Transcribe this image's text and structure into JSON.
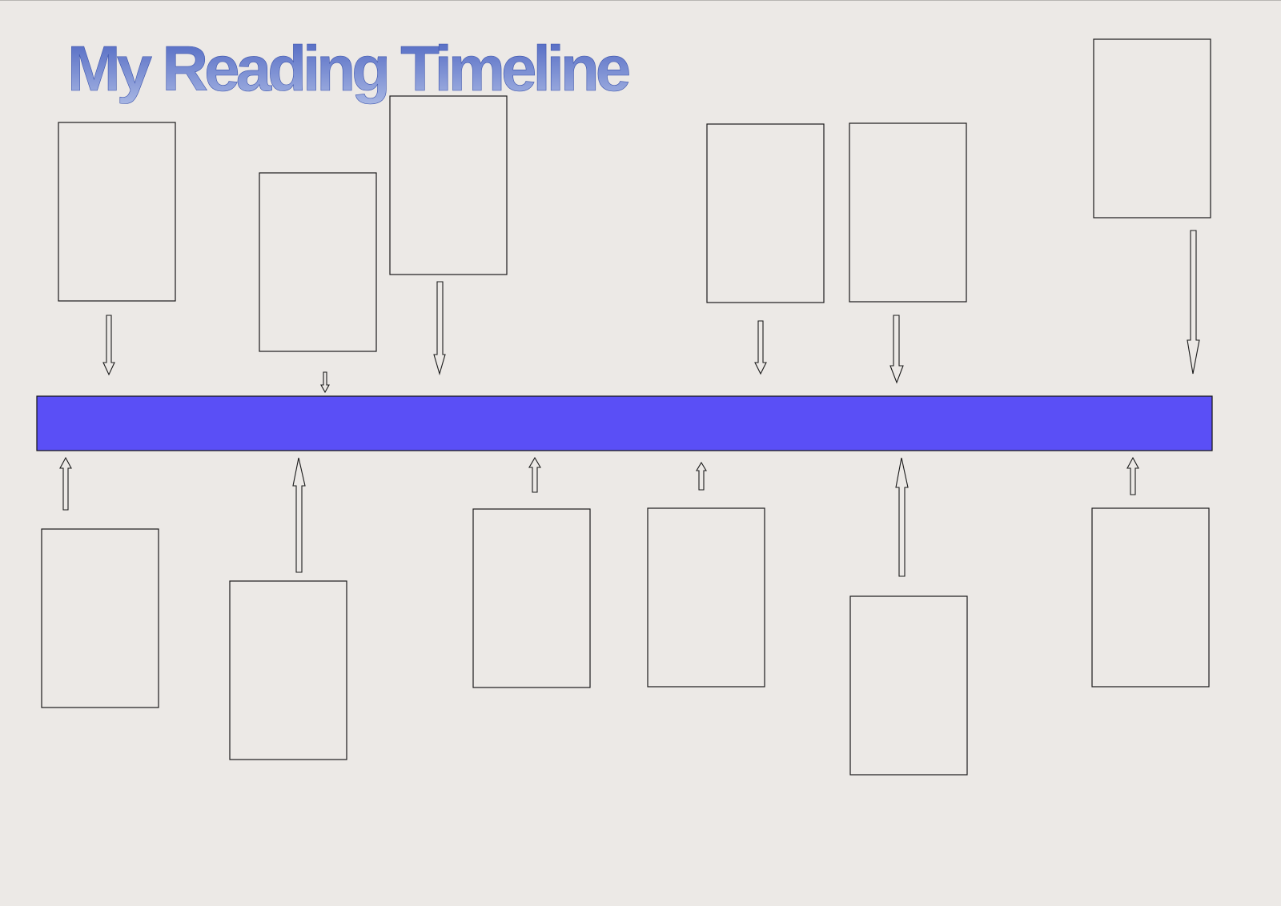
{
  "title": "My Reading Timeline",
  "colors": {
    "background": "#ece9e6",
    "timeline_bar": "#5a4ff6",
    "title_top": "#4b63c0",
    "title_bottom": "#a7b6e3",
    "outline": "#1a1a1a"
  },
  "timeline": {
    "book_slots_above": 6,
    "book_slots_below": 6
  }
}
